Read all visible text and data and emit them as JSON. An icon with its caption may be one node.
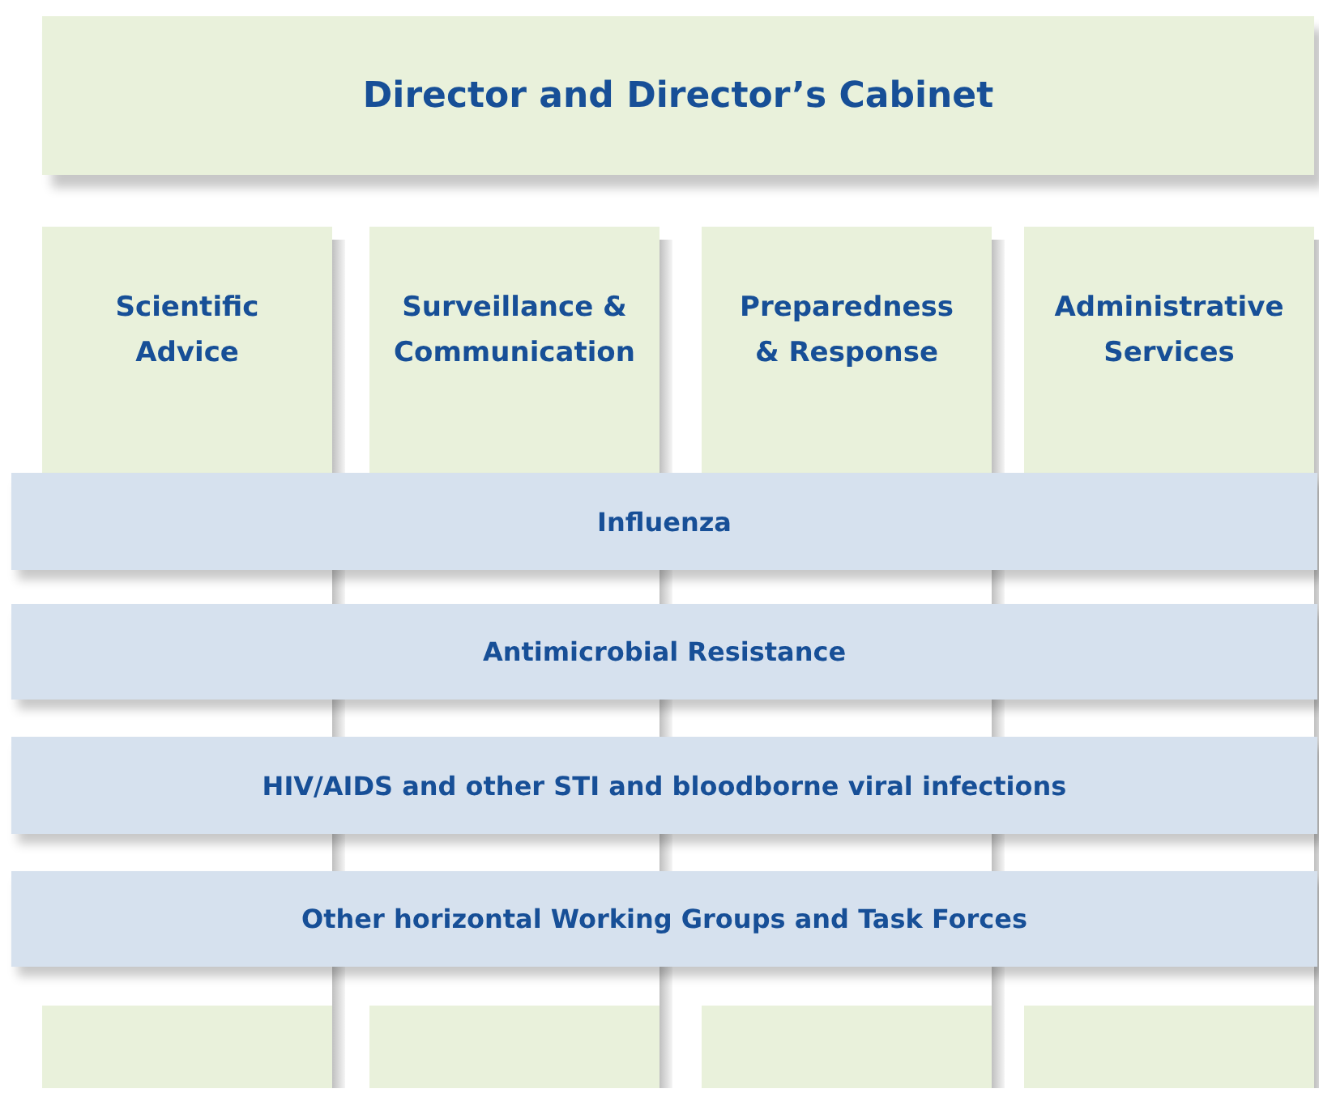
{
  "diagram": {
    "nodes": [
      {
        "text": [
          "Director and Director’s Cabinet"
        ]
      },
      {
        "text": [
          "Scientific Advice"
        ]
      },
      {
        "text": [
          "Surveillance & Communication"
        ]
      },
      {
        "text": [
          "Preparedness & Response"
        ]
      },
      {
        "text": [
          "Administrative Services"
        ]
      },
      {
        "text": [
          "Influenza"
        ]
      },
      {
        "text": [
          "Antimicrobial Resistance"
        ]
      },
      {
        "text": [
          "HIV/AIDS and other STI and bloodborne viral infections"
        ]
      },
      {
        "text": [
          "Other horizontal Working Groups and Task Forces"
        ]
      },
      {
        "text": [],
        "shape": "box"
      },
      {
        "text": [],
        "shape": "box"
      },
      {
        "text": [],
        "shape": "box"
      },
      {
        "text": [],
        "shape": "box"
      }
    ],
    "edges": []
  }
}
